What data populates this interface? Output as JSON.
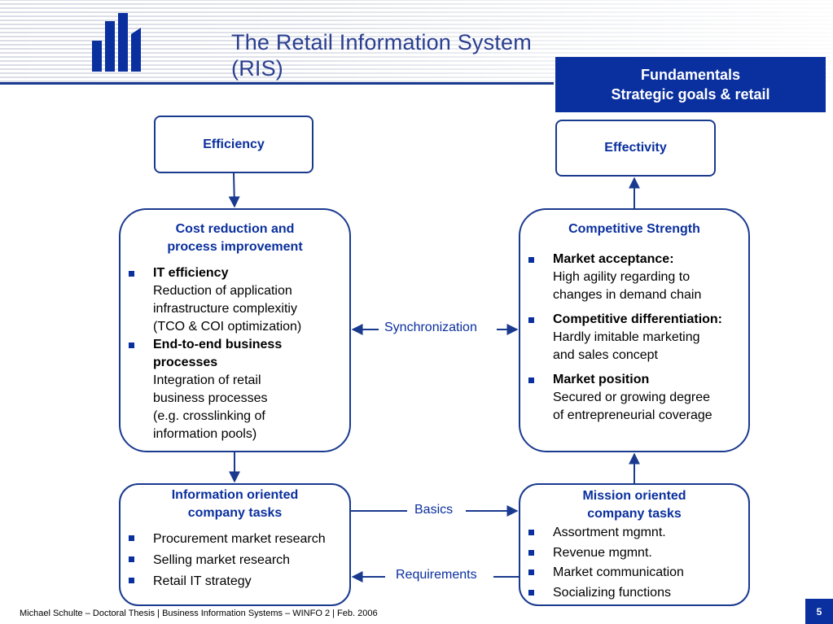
{
  "header": {
    "title_line1": "The Retail Information System",
    "title_line2": "(RIS)"
  },
  "fundamentals": {
    "line1": "Fundamentals",
    "line2": "Strategic goals & retail"
  },
  "efficiency": "Efficiency",
  "effectivity": "Effectivity",
  "cost_box": {
    "title_line1": "Cost reduction and",
    "title_line2": "process improvement",
    "items": [
      {
        "bold": "IT efficiency",
        "lines": [
          "Reduction of application",
          "infrastructure complexitiy",
          "(TCO & COI optimization)"
        ]
      },
      {
        "bold_lines": [
          "End-to-end business",
          "processes"
        ],
        "lines": [
          "Integration of retail",
          "business processes",
          "(e.g. crosslinking of",
          "information pools)"
        ]
      }
    ]
  },
  "strength_box": {
    "title": "Competitive Strength",
    "items": [
      {
        "bold": "Market acceptance:",
        "lines": [
          "High agility regarding to",
          "changes in demand chain"
        ]
      },
      {
        "bold": "Competitive differentiation:",
        "lines": [
          "Hardly imitable marketing",
          "and sales concept"
        ]
      },
      {
        "bold": "Market position",
        "lines": [
          "Secured or growing degree",
          "of entrepreneurial coverage"
        ]
      }
    ]
  },
  "info_box": {
    "title_line1": "Information oriented",
    "title_line2": "company tasks",
    "items": [
      "Procurement market research",
      "Selling market research",
      "Retail IT strategy"
    ]
  },
  "mission_box": {
    "title_line1": "Mission oriented",
    "title_line2": "company tasks",
    "items": [
      "Assortment mgmnt.",
      "Revenue mgmnt.",
      "Market communication",
      "Socializing functions"
    ]
  },
  "labels": {
    "synchronization": "Synchronization",
    "basics": "Basics",
    "requirements": "Requirements"
  },
  "footer": "Michael Schulte – Doctoral Thesis | Business Information Systems – WINFO 2 | Feb. 2006",
  "page_number": "5",
  "colors": {
    "accent": "#0a2f9e",
    "border": "#1a3a8f"
  }
}
